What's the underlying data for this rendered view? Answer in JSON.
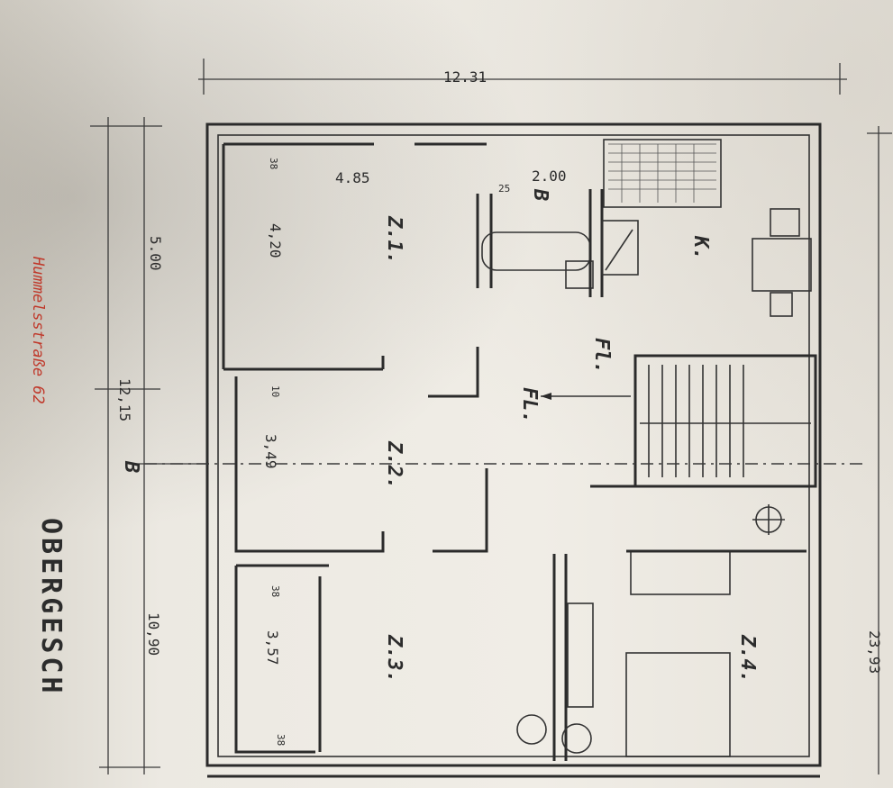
{
  "drawing": {
    "title": "OBERGESCH",
    "street_annotation": "Hummelsstraße 62",
    "dimensions": {
      "overall_top": "12.31",
      "room_width_top": "4.85",
      "bath_width": "2.00",
      "small_25": "25",
      "left_total": "12,15",
      "left_upper": "5.00",
      "left_lower": "10,90",
      "room1_depth": "4,20",
      "room2_depth": "3,49",
      "room3_depth": "3,57",
      "wall_38_a": "38",
      "wall_38_b": "38",
      "wall_38_c": "38",
      "wall_10": "10",
      "right_total": "23,93"
    },
    "rooms": {
      "room1": "Z.1.",
      "room2": "Z.2.",
      "room3": "Z.3.",
      "room4": "Z.4.",
      "bath": "B",
      "kitchen": "K.",
      "hall": "Fl.",
      "hall_label2": "FL.",
      "section_marker": "B"
    },
    "colors": {
      "ink": "#2b2b2b",
      "paper": "#ece9e2",
      "red_annotation": "#c0392b"
    }
  }
}
